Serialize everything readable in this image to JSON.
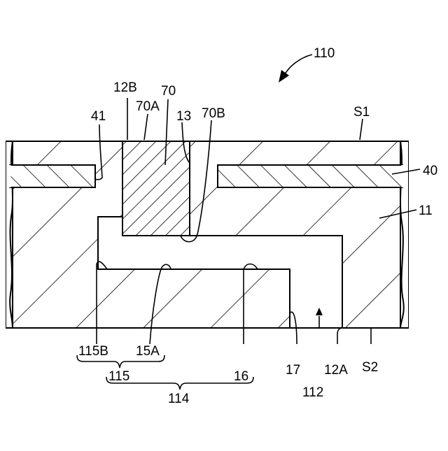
{
  "figure": {
    "ref_110": "110",
    "ref_12B": "12B",
    "ref_70": "70",
    "ref_70A": "70A",
    "ref_13": "13",
    "ref_70B": "70B",
    "ref_41": "41",
    "ref_S1": "S1",
    "ref_40": "40",
    "ref_11": "11",
    "ref_115B": "115B",
    "ref_15A": "15A",
    "ref_115": "115",
    "ref_16": "16",
    "ref_114": "114",
    "ref_17": "17",
    "ref_12A": "12A",
    "ref_S2": "S2",
    "ref_112": "112"
  }
}
